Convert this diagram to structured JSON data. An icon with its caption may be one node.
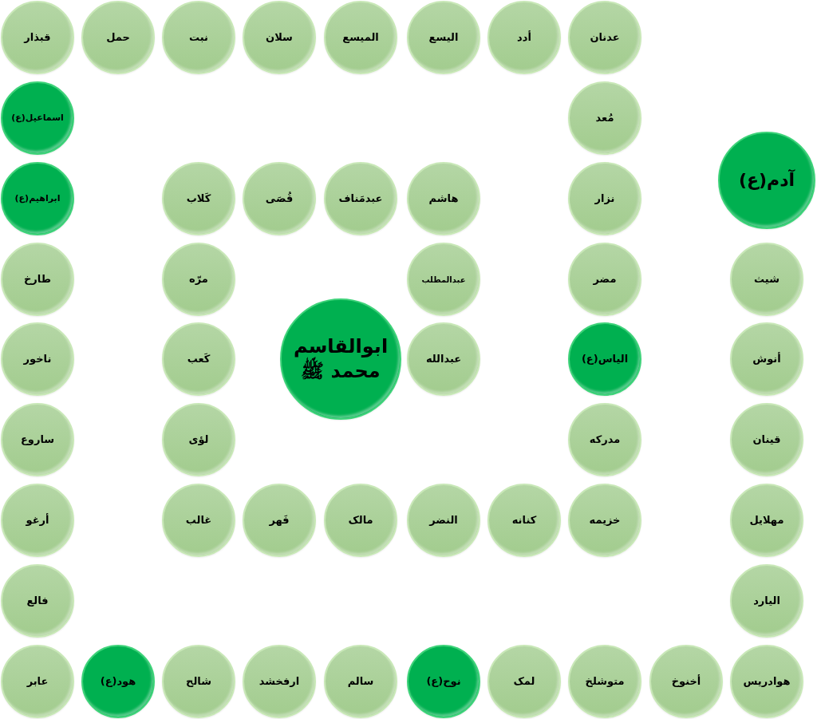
{
  "diagram": {
    "nodes": [
      {
        "text": [
          "آدم(ع)"
        ]
      },
      {
        "text": [
          "شیث"
        ]
      },
      {
        "text": [
          "أنوش"
        ]
      },
      {
        "text": [
          "قینان"
        ]
      },
      {
        "text": [
          "مهلایل"
        ]
      },
      {
        "text": [
          "الیارد"
        ]
      },
      {
        "text": [
          "هوادریس"
        ]
      },
      {
        "text": [
          "أخنوخ"
        ]
      },
      {
        "text": [
          "متوشلخ"
        ]
      },
      {
        "text": [
          "لمک"
        ]
      },
      {
        "text": [
          "نوح(ع)"
        ]
      },
      {
        "text": [
          "سالم"
        ]
      },
      {
        "text": [
          "ارفخشد"
        ]
      },
      {
        "text": [
          "شالح"
        ]
      },
      {
        "text": [
          "هود(ع)"
        ]
      },
      {
        "text": [
          "عابر"
        ]
      },
      {
        "text": [
          "فالع"
        ]
      },
      {
        "text": [
          "أرغو"
        ]
      },
      {
        "text": [
          "ساروع"
        ]
      },
      {
        "text": [
          "ناخور"
        ]
      },
      {
        "text": [
          "طارخ"
        ]
      },
      {
        "text": [
          "ابراهیم(ع)"
        ]
      },
      {
        "text": [
          "اسماعیل(ع)"
        ]
      },
      {
        "text": [
          "قبذار"
        ]
      },
      {
        "text": [
          "حمل"
        ]
      },
      {
        "text": [
          "نبت"
        ]
      },
      {
        "text": [
          "سلان"
        ]
      },
      {
        "text": [
          "المیسع"
        ]
      },
      {
        "text": [
          "الیسع"
        ]
      },
      {
        "text": [
          "أدد"
        ]
      },
      {
        "text": [
          "عدنان"
        ]
      },
      {
        "text": [
          "مُعد"
        ]
      },
      {
        "text": [
          "نزار"
        ]
      },
      {
        "text": [
          "مضر"
        ]
      },
      {
        "text": [
          "الیاس(ع)"
        ]
      },
      {
        "text": [
          "مدرکه"
        ]
      },
      {
        "text": [
          "خزیمه"
        ]
      },
      {
        "text": [
          "کنانه"
        ]
      },
      {
        "text": [
          "النضر"
        ]
      },
      {
        "text": [
          "مالک"
        ]
      },
      {
        "text": [
          "فَهر"
        ]
      },
      {
        "text": [
          "غالب"
        ]
      },
      {
        "text": [
          "لؤی"
        ]
      },
      {
        "text": [
          "کَعب"
        ]
      },
      {
        "text": [
          "مرّه"
        ]
      },
      {
        "text": [
          "کَلاب"
        ]
      },
      {
        "text": [
          "قُصَی"
        ]
      },
      {
        "text": [
          "عبدمَناف"
        ]
      },
      {
        "text": [
          "هاشم"
        ]
      },
      {
        "text": [
          "عبدالمطلب"
        ]
      },
      {
        "text": [
          "عبدالله"
        ]
      },
      {
        "text": [
          "ابوالقاسم محمد ﷺ"
        ]
      }
    ]
  }
}
